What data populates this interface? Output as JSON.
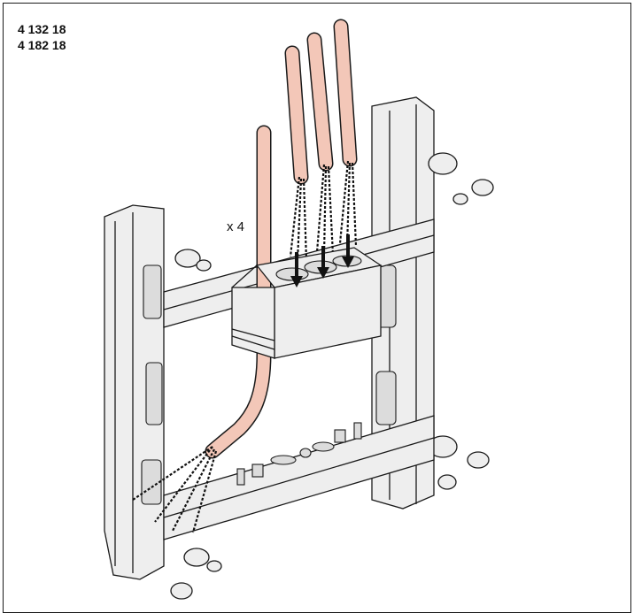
{
  "product_codes": [
    "4 132 18",
    "4 182 18"
  ],
  "quantity_label": "x 4",
  "colors": {
    "cable_sheath": "#f3c7b8",
    "frame_grey": "#eeeeee",
    "line": "#1a1a1a"
  }
}
